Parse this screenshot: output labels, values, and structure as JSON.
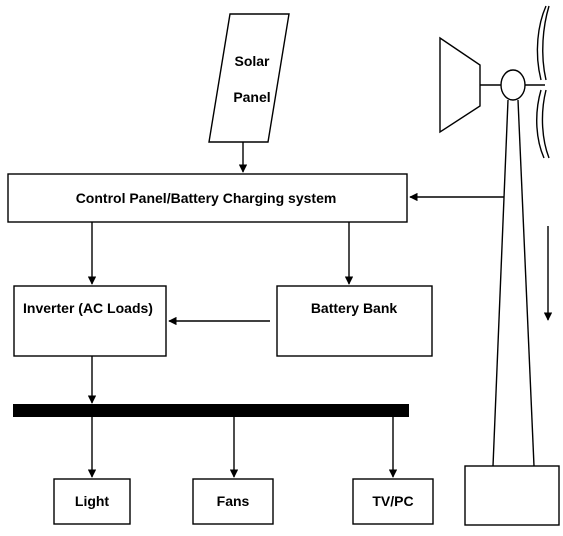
{
  "diagram": {
    "solar_panel": {
      "line1": "Solar",
      "line2": "Panel"
    },
    "control_panel": {
      "label": "Control Panel/Battery Charging system"
    },
    "inverter": {
      "label": "Inverter (AC Loads)"
    },
    "battery_bank": {
      "label": "Battery Bank"
    },
    "loads": {
      "light": "Light",
      "fans": "Fans",
      "tv_pc": "TV/PC"
    }
  }
}
